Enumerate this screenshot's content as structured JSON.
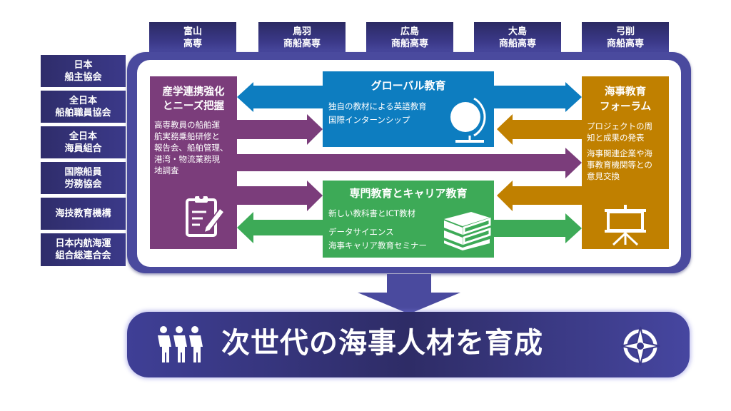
{
  "schools": [
    {
      "line1": "富山",
      "line2": "高専"
    },
    {
      "line1": "鳥羽",
      "line2": "商船高専"
    },
    {
      "line1": "広島",
      "line2": "商船高専"
    },
    {
      "line1": "大島",
      "line2": "商船高専"
    },
    {
      "line1": "弓削",
      "line2": "商船高専"
    }
  ],
  "organizations": [
    {
      "line1": "日本",
      "line2": "船主協会"
    },
    {
      "line1": "全日本",
      "line2": "船舶職員協会"
    },
    {
      "line1": "全日本",
      "line2": "海員組合"
    },
    {
      "line1": "国際船員",
      "line2": "労務協会"
    },
    {
      "line1": "海技教育機構",
      "line2": ""
    },
    {
      "line1": "日本内航海運",
      "line2": "組合総連合会"
    }
  ],
  "industry": {
    "title_line1": "産学連携強化",
    "title_line2": "とニーズ把握",
    "description": [
      "高専教員の船舶運",
      "航実務乗船研修と",
      "報告会、船舶管理、",
      "港湾・物流業務現",
      "地調査"
    ],
    "icon": "clipboard-pen-icon",
    "color": "#7b3d7b"
  },
  "global": {
    "title": "グローバル教育",
    "items": [
      "独自の教材による英語教育",
      "国際インターンシップ"
    ],
    "icon": "globe-icon",
    "color": "#0d7dc0"
  },
  "career": {
    "title": "専門教育とキャリア教育",
    "items": [
      "新しい教科書とICT教材",
      "データサイエンス",
      "海事キャリア教育セミナー"
    ],
    "icon": "books-icon",
    "color": "#3daa57"
  },
  "forum": {
    "title_line1": "海事教育",
    "title_line2": "フォーラム",
    "items": [
      [
        "プロジェクトの周",
        "知と成果の発表"
      ],
      [
        "海事関連企業や海",
        "事教育機関等との",
        "意見交換"
      ]
    ],
    "icon": "presentation-board-icon",
    "color": "#c08000"
  },
  "result": {
    "text": "次世代の海事人材を育成",
    "left_icon": "people-group-icon",
    "right_icon": "compass-icon"
  },
  "colors": {
    "navy": "#3b3989",
    "frame": "#4a4a9e",
    "purple": "#7b3d7b",
    "blue": "#0d7dc0",
    "green": "#3daa57",
    "orange": "#c08000"
  }
}
